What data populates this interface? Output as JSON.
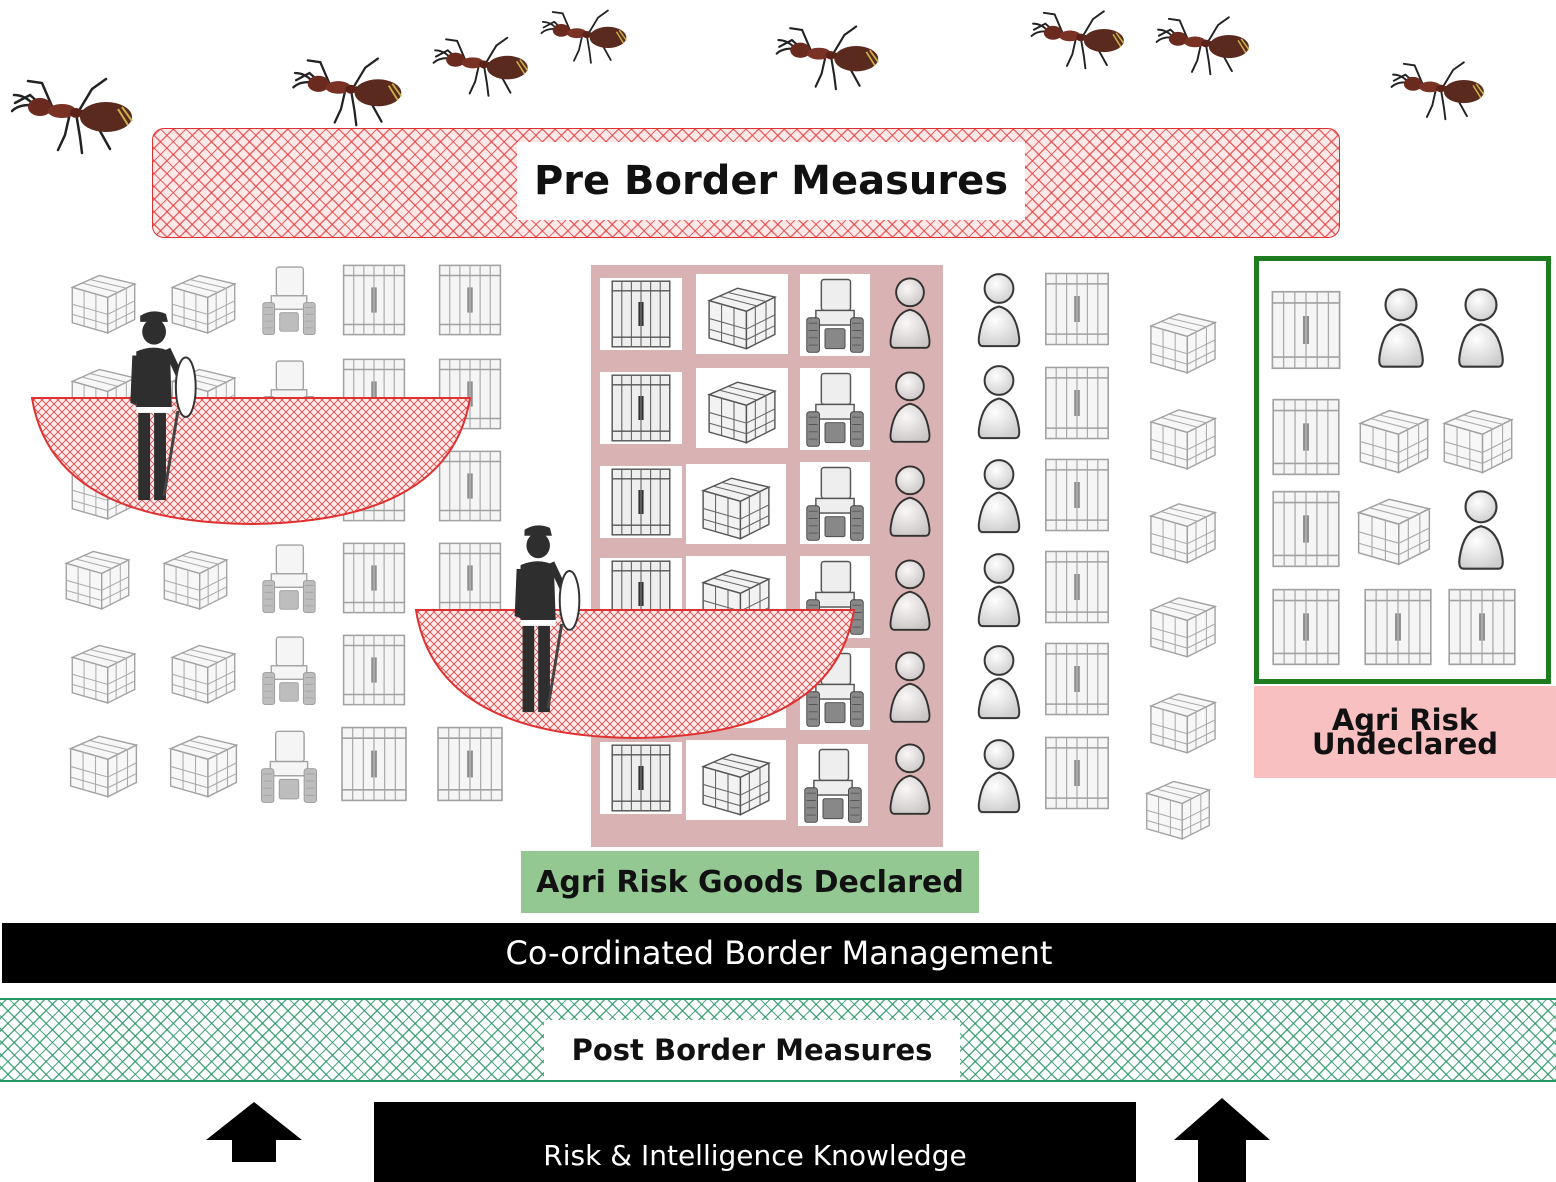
{
  "labels": {
    "pre_border": "Pre Border Measures",
    "agri_declared": "Agri Risk Goods Declared",
    "agri_undeclared": "Agri Risk Undeclared",
    "coordinated": "Co-ordinated Border Management",
    "post_border": "Post Border Measures",
    "risk_intel": "Risk & Intelligence Knowledge"
  },
  "colors": {
    "pre_border_hatch": "#e63c3c",
    "post_border_hatch": "#289664",
    "declared_panel": "#d9b3b3",
    "declared_label_bg": "#93c893",
    "undeclared_border": "#1e7d1e",
    "undeclared_label_bg": "#f8c0c0",
    "bars": "#000000"
  },
  "icons": [
    "ant-icon",
    "pallet-icon",
    "tractor-icon",
    "container-icon",
    "person-icon",
    "inspector-icon",
    "arrow-up-icon"
  ]
}
